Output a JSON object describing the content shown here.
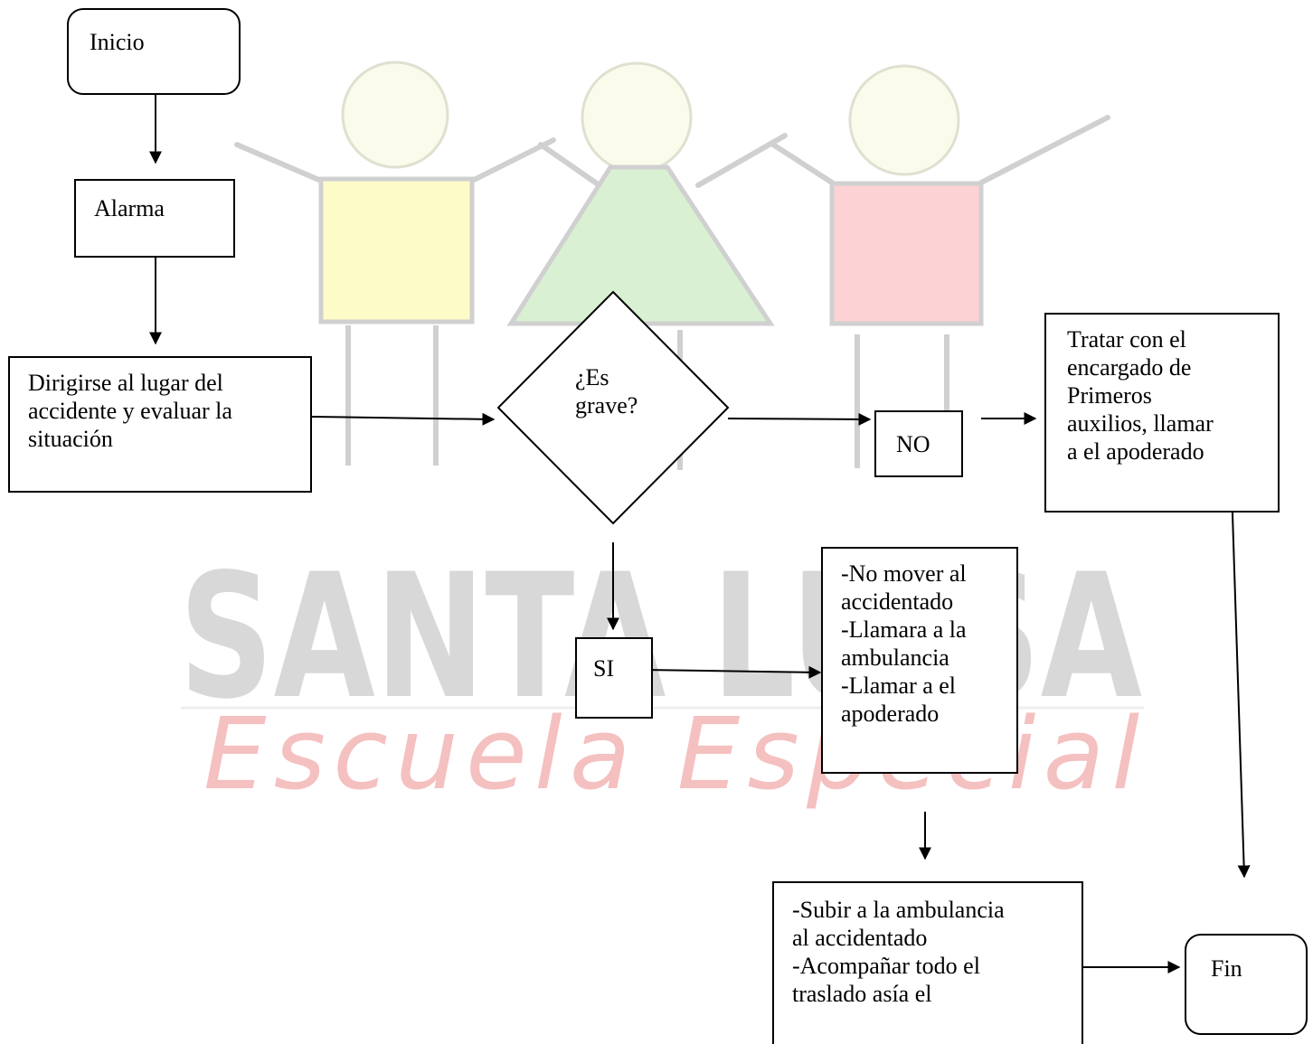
{
  "watermark": {
    "name": "SANTA LUISA",
    "subtitle": "Escuela Especial",
    "colors": {
      "yellow": "#fdfbc8",
      "green": "#d9f0d2",
      "pink": "#fcd2d4",
      "head": "#fbfbec",
      "stroke": "#d0d0d0",
      "title": "#d8d8d8",
      "subtitle": "#f5c0c0"
    }
  },
  "nodes": {
    "inicio": {
      "label": "Inicio"
    },
    "alarma": {
      "label": "Alarma"
    },
    "dirigirse": {
      "lines": [
        "Dirigirse al lugar del",
        "accidente y evaluar la",
        "situación"
      ]
    },
    "decision": {
      "lines": [
        "¿Es",
        "grave?"
      ]
    },
    "no": {
      "label": "NO"
    },
    "tratar": {
      "lines": [
        "Tratar con el",
        "encargado de",
        "Primeros",
        "auxilios, llamar",
        "a el apoderado"
      ]
    },
    "si": {
      "label": "SI"
    },
    "acciones_si": {
      "lines": [
        "-No mover al",
        "accidentado",
        "-Llamara a la",
        "ambulancia",
        "-Llamar a el",
        "apoderado"
      ]
    },
    "subir": {
      "lines": [
        "-Subir a la ambulancia",
        "al accidentado",
        "-Acompañar todo el",
        "traslado asía el"
      ]
    },
    "fin": {
      "label": "Fin"
    }
  }
}
